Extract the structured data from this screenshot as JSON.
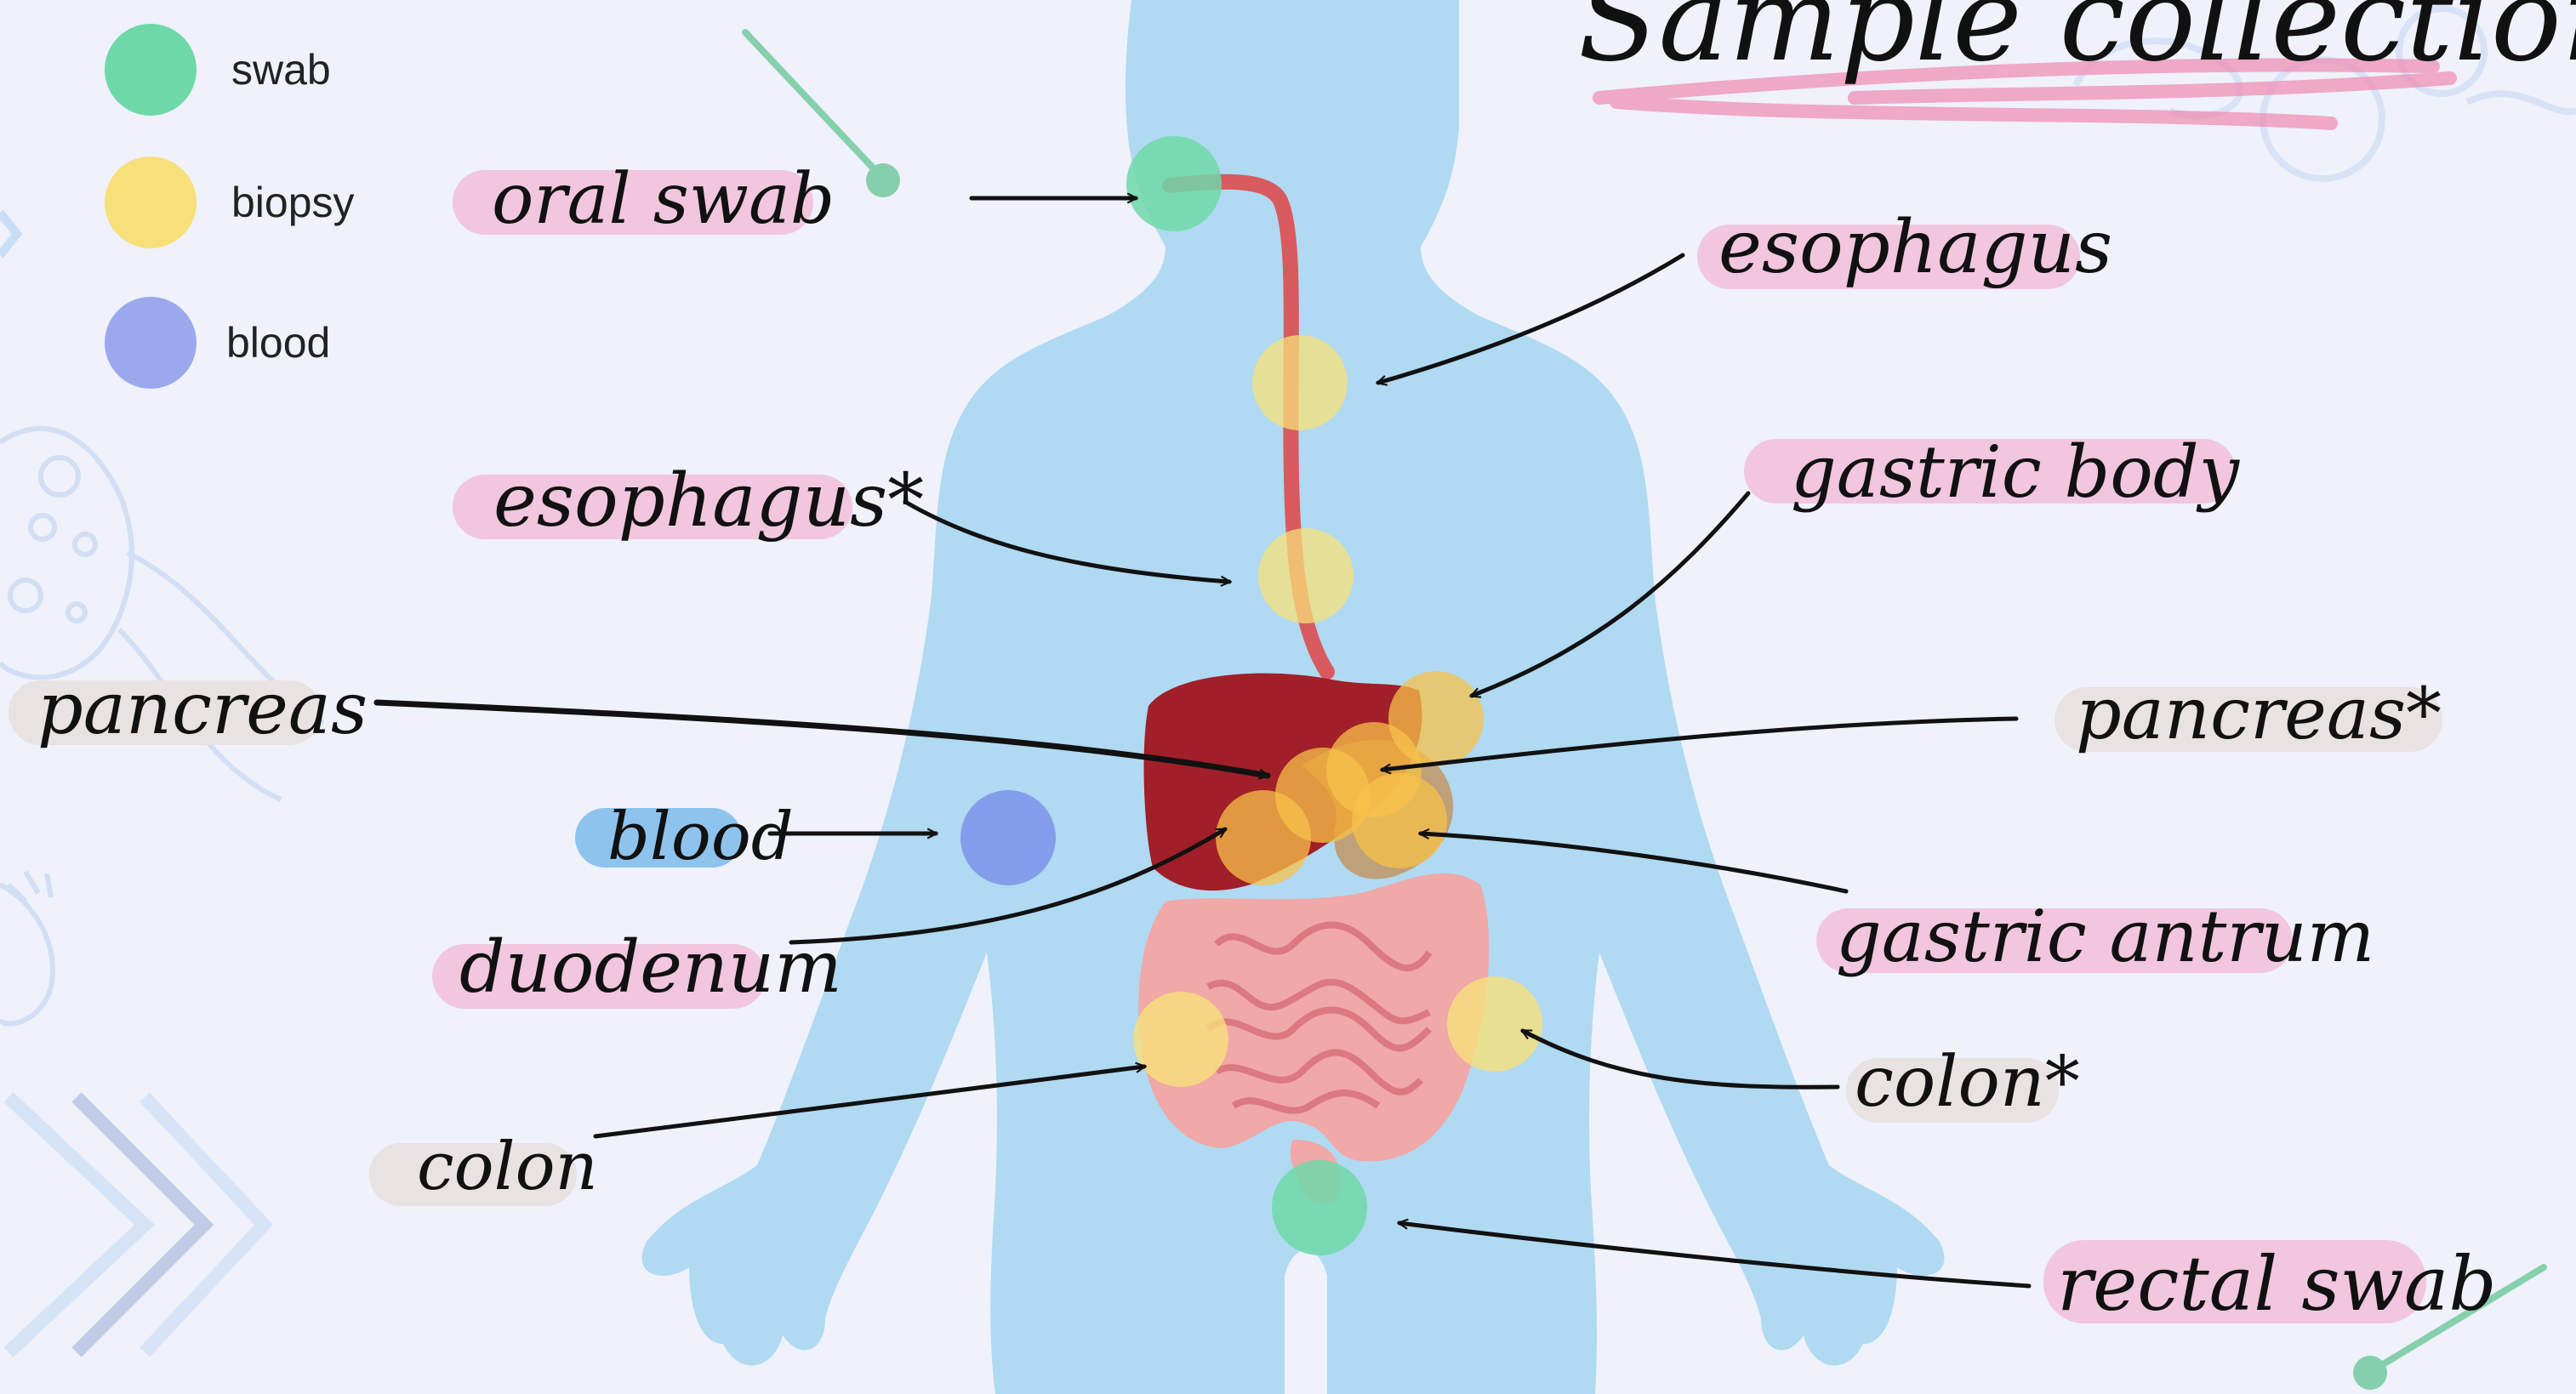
{
  "title": "Sample collection",
  "legend": [
    {
      "label": "swab",
      "color": "#6fd8a8"
    },
    {
      "label": "biopsy",
      "color": "#f7e07a"
    },
    {
      "label": "blood",
      "color": "#9ba8ee"
    }
  ],
  "labels": {
    "oral_swab": "oral swab",
    "esophagus_right": "esophagus",
    "esophagus_left": "esophagus*",
    "gastric_body": "gastric body",
    "pancreas_left": "pancreas",
    "pancreas_right": "pancreas*",
    "blood": "blood",
    "duodenum": "duodenum",
    "gastric_antrum": "gastric antrum",
    "colon_left": "colon",
    "colon_right": "colon*",
    "rectal_swab": "rectal swab"
  },
  "colors": {
    "body": "#b0d9f2",
    "highlight_pink": "#f1c6de",
    "highlight_beige": "#e8e2e0",
    "highlight_blue": "#8ec3ee",
    "esophagus": "#d85a5e",
    "liver": "#a01f28",
    "intestine": "#f0a8a8"
  }
}
